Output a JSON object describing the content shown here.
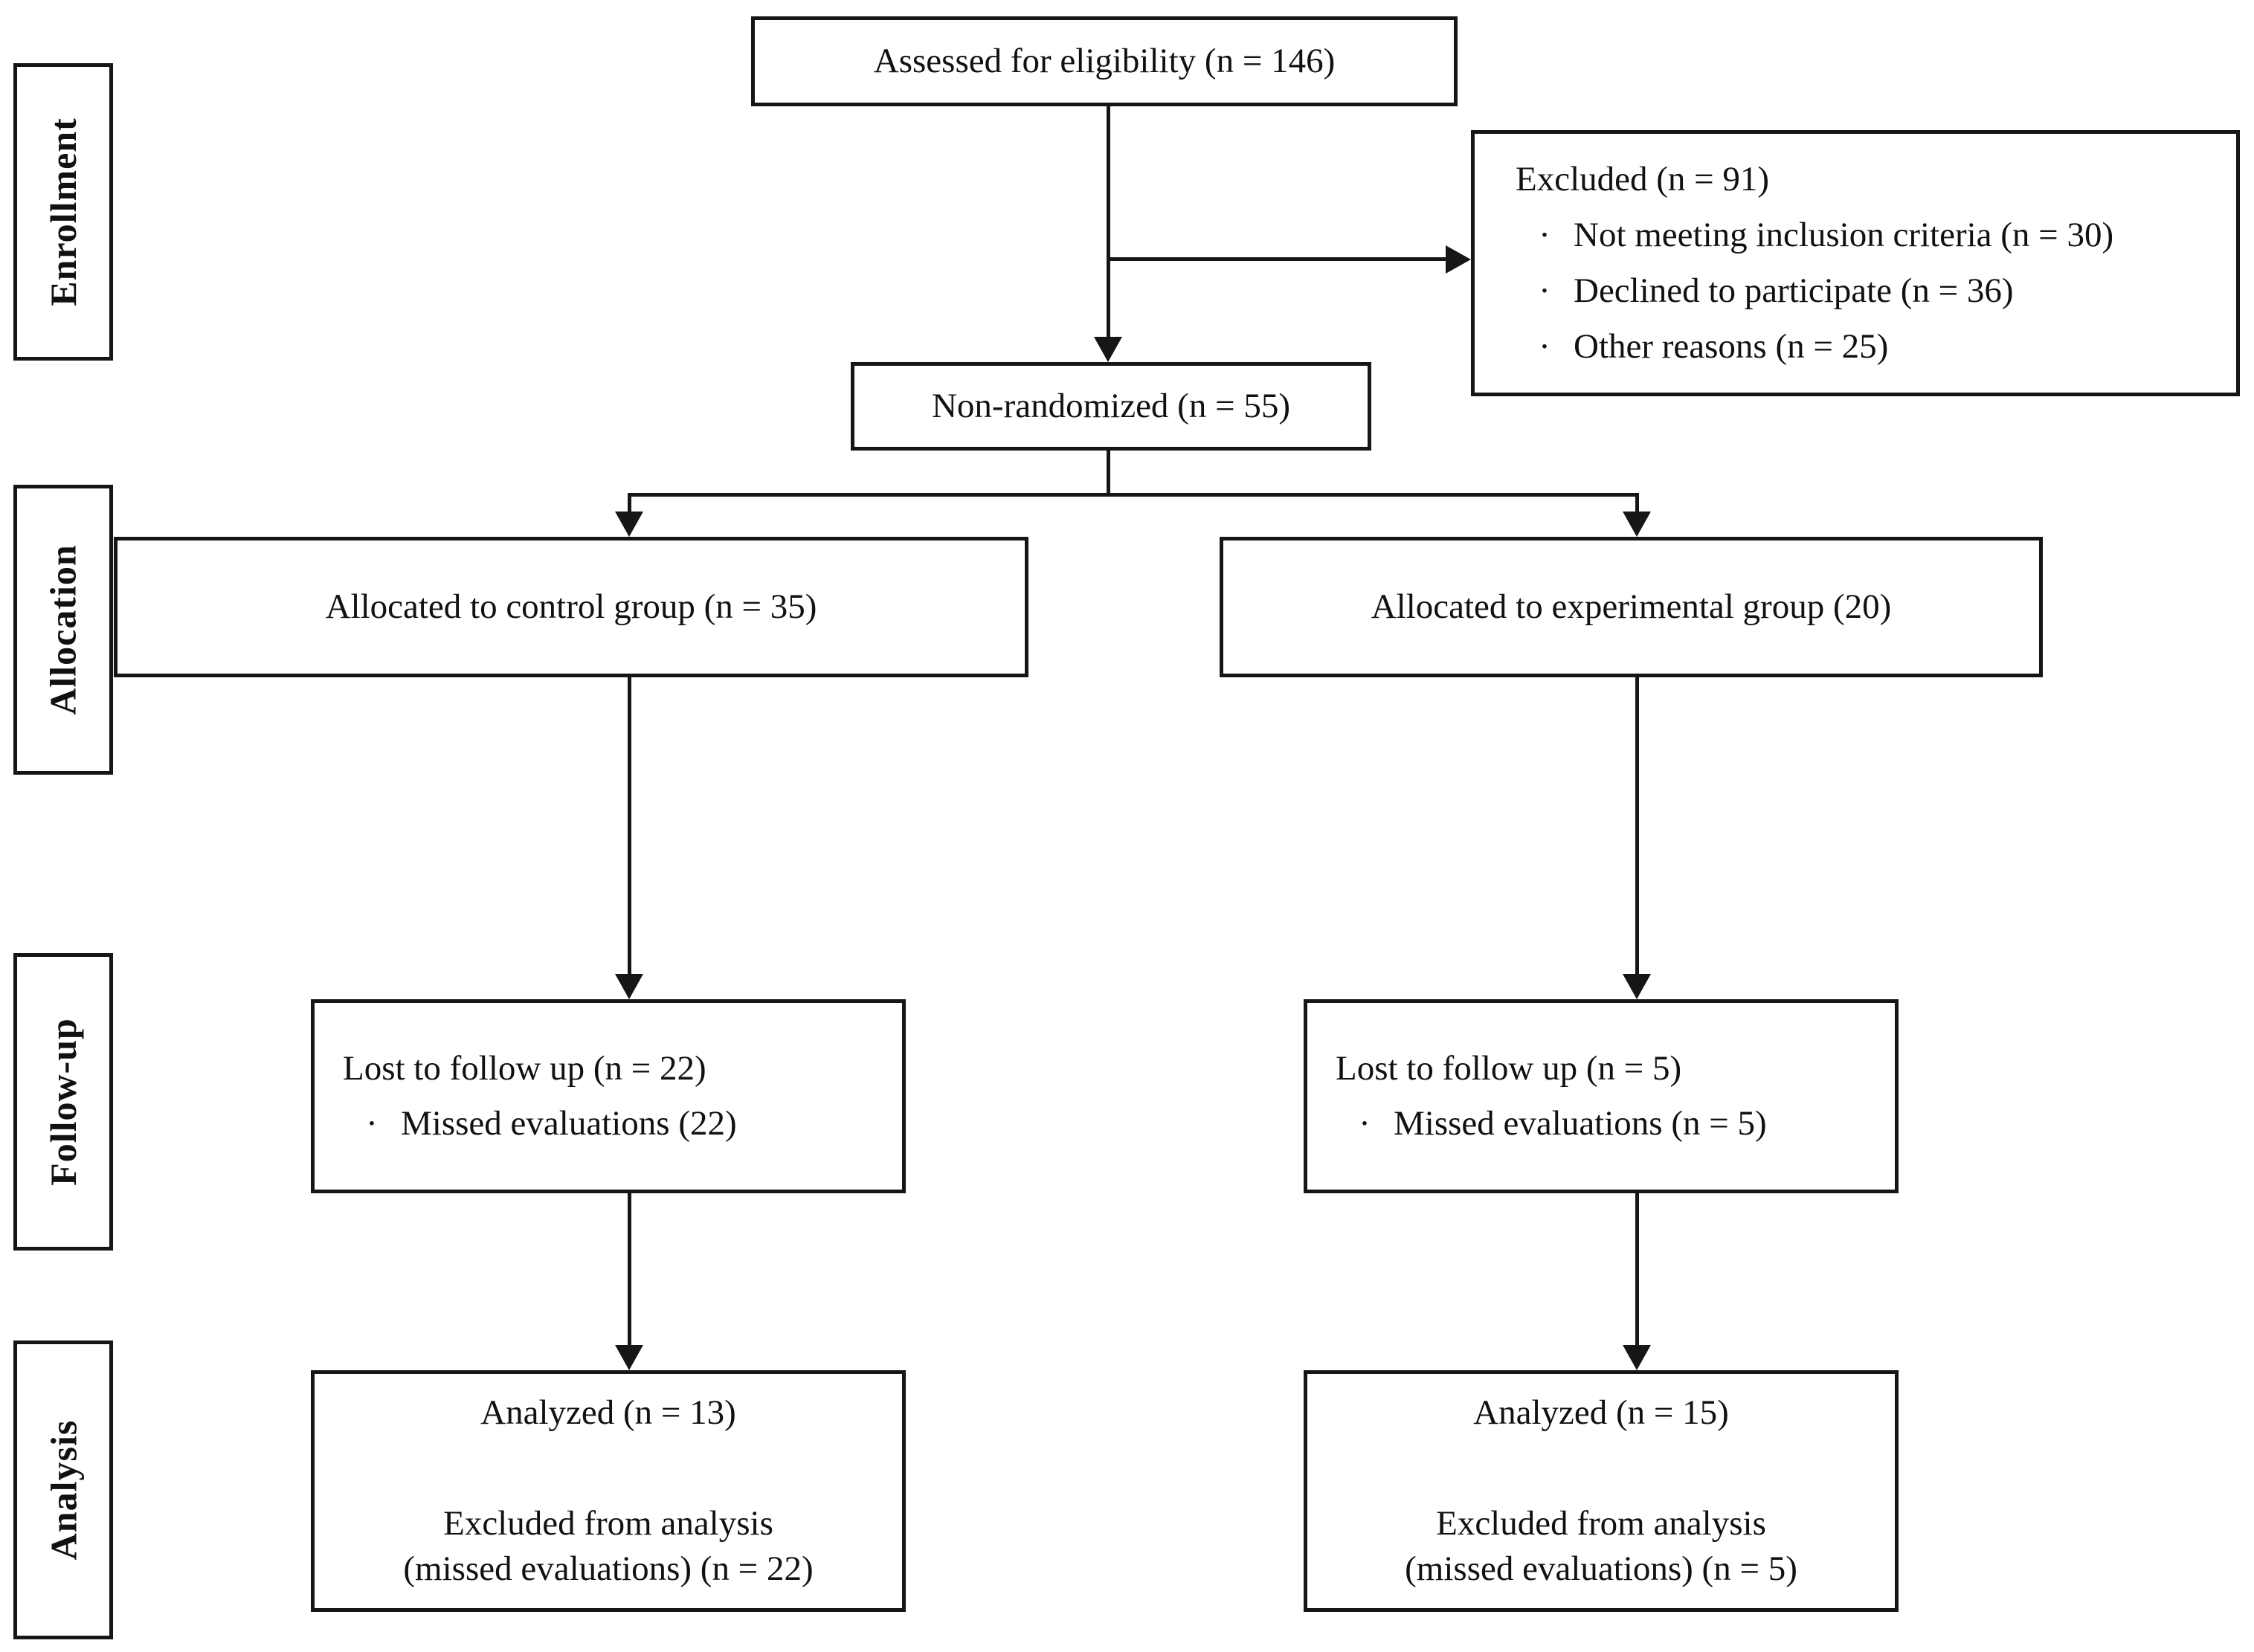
{
  "glyphs": {
    "bullet": "·"
  },
  "stages": [
    {
      "label": "Enrollment"
    },
    {
      "label": "Allocation"
    },
    {
      "label": "Follow-up"
    },
    {
      "label": "Analysis"
    }
  ],
  "boxes": {
    "assessed": {
      "text": "Assessed for eligibility  (n = 146)"
    },
    "excluded": {
      "title": "Excluded (n = 91)",
      "items": [
        "Not meeting inclusion criteria  (n = 30)",
        "Declined to participate (n = 36)",
        "Other reasons (n = 25)"
      ]
    },
    "nonrandomized": {
      "text": "Non-randomized (n = 55)"
    },
    "control": {
      "text": "Allocated to control group (n = 35)"
    },
    "experimental": {
      "text": "Allocated to experimental group (20)"
    },
    "followup_control": {
      "title": "Lost to follow up (n = 22)",
      "items": [
        "Missed evaluations (22)"
      ]
    },
    "followup_experimental": {
      "title": "Lost to follow up (n = 5)",
      "items": [
        "Missed evaluations  (n = 5)"
      ]
    },
    "analysis_control": {
      "line1": "Analyzed (n = 13)",
      "line2": "Excluded from analysis",
      "line3": "(missed evaluations) (n = 22)"
    },
    "analysis_experimental": {
      "line1": "Analyzed (n = 15)",
      "line2": "Excluded from analysis",
      "line3": "(missed evaluations) (n = 5)"
    }
  }
}
